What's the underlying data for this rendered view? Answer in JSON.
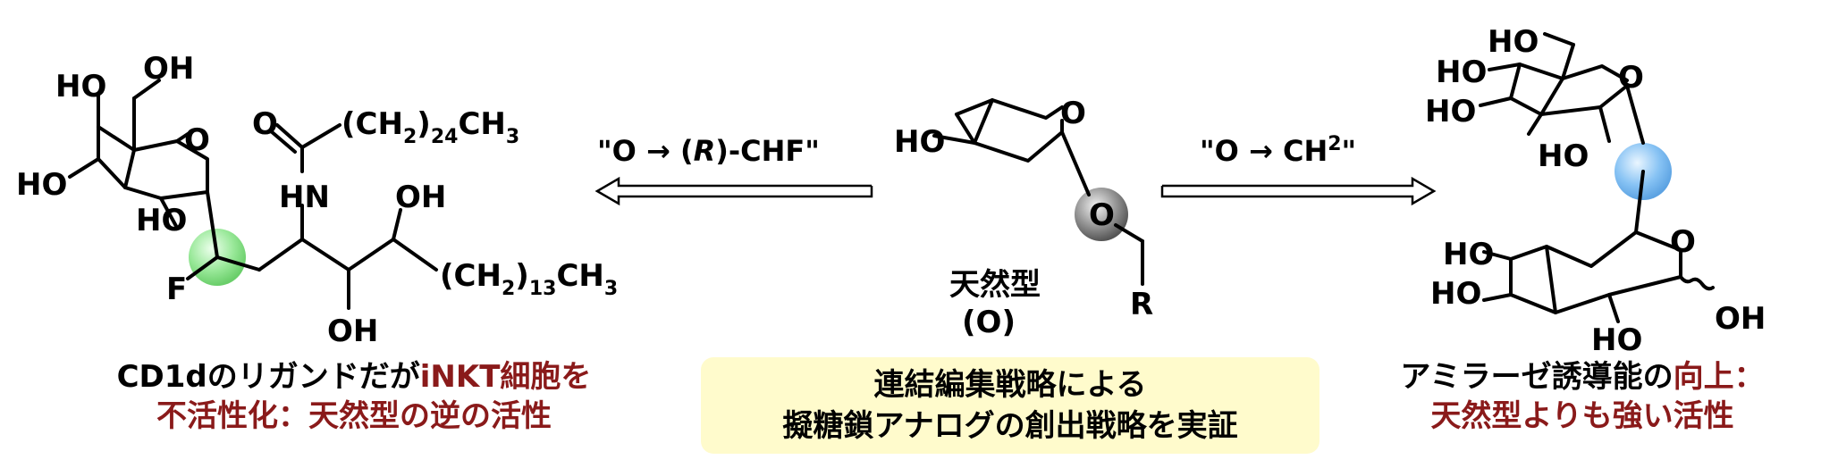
{
  "left": {
    "caption_line1_prefix": "CD1dのリガンドだが",
    "caption_line1_highlight": "iNKT細胞を",
    "caption_line2": "不活性化：天然型の逆の活性",
    "labels": {
      "ho1": "HO",
      "oh1": "OH",
      "ho2": "HO",
      "o_ring": "O",
      "ho3": "HO",
      "f": "F",
      "o_carbonyl": "O",
      "hn": "HN",
      "oh2": "OH",
      "oh3": "OH",
      "chain_top": "(CH2)24CH3",
      "chain_bottom": "(CH2)13CH3"
    },
    "chain_top_parts": [
      "(CH",
      "2",
      ")",
      "24",
      "CH",
      "3"
    ],
    "chain_bottom_parts": [
      "(CH",
      "2",
      ")",
      "13",
      "CH",
      "3"
    ]
  },
  "left_arrow": {
    "label_parts": [
      "\"O → (",
      "R",
      ")-CHF\""
    ]
  },
  "center": {
    "labels": {
      "ho": "HO",
      "o_ring": "O",
      "o_glyco": "O",
      "r": "R"
    },
    "natural_label_line1": "天然型",
    "natural_label_line2": "(O)",
    "box_line1": "連結編集戦略による",
    "box_line2": "擬糖鎖アナログの創出戦略を実証"
  },
  "right_arrow": {
    "label_parts": [
      "\"O → CH",
      "2",
      "\""
    ]
  },
  "right": {
    "labels": {
      "ho1": "HO",
      "ho2": "HO",
      "ho3": "HO",
      "o_ring1": "O",
      "ho4": "HO",
      "ho5": "HO",
      "ho6": "HO",
      "o_ring2": "O",
      "ho7": "HO",
      "oh": "OH"
    },
    "caption_line1_prefix": "アミラーゼ誘導能の",
    "caption_line1_highlight": "向上：",
    "caption_line2": "天然型よりも強い活性"
  },
  "colors": {
    "highlight_red": "#8a1a1a",
    "box_yellow": "#fffbcc",
    "green_sphere": "#7be07b",
    "blue_sphere": "#5aaef0",
    "gray_sphere": "#8a8a8a"
  }
}
